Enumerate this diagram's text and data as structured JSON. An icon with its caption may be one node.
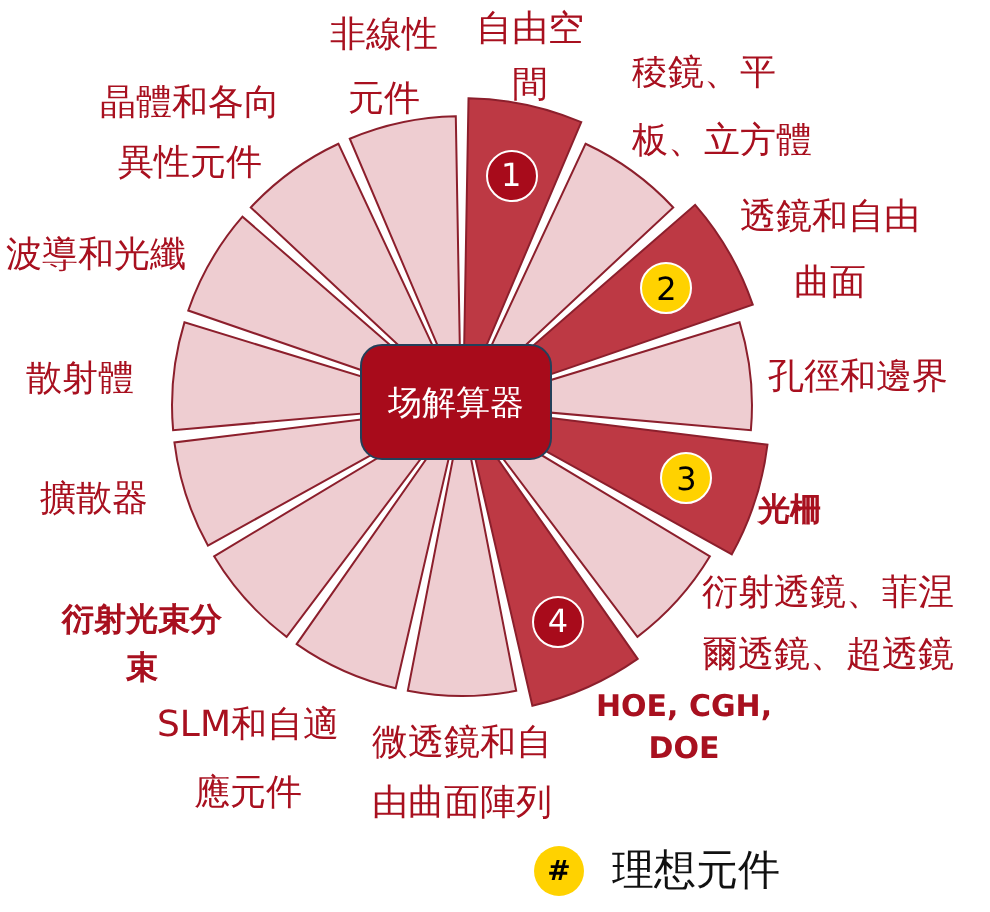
{
  "diagram": {
    "nodes": [
      {
        "text": [
          "场解算器"
        ]
      },
      {
        "text": [
          "自由空間"
        ]
      },
      {
        "text": [
          "稜鏡、平板、立方體"
        ]
      },
      {
        "text": [
          "透鏡和自由曲面"
        ]
      },
      {
        "text": [
          "孔徑和邊界"
        ]
      },
      {
        "text": [
          "光柵"
        ]
      },
      {
        "text": [
          "衍射透鏡、菲涅爾透鏡、超透鏡"
        ]
      },
      {
        "text": [
          "HOE, CGH, DOE"
        ]
      },
      {
        "text": [
          "微透鏡和自由曲面陣列"
        ]
      },
      {
        "text": [
          "SLM和自適應元件"
        ]
      },
      {
        "text": [
          "衍射光束分束"
        ]
      },
      {
        "text": [
          "擴散器"
        ]
      },
      {
        "text": [
          "散射體"
        ]
      },
      {
        "text": [
          "波導和光纖"
        ]
      },
      {
        "text": [
          "晶體和各向異性元件"
        ]
      },
      {
        "text": [
          "非線性元件"
        ]
      },
      {
        "text": [
          "1"
        ],
        "in": 1
      },
      {
        "text": [
          "2"
        ],
        "in": 3
      },
      {
        "text": [
          "3"
        ],
        "in": 5
      },
      {
        "text": [
          "4"
        ],
        "in": 7
      }
    ],
    "labels": [
      "#"
    ],
    "legend": [
      {
        "text": "理想元件",
        "color": "#ffd200"
      }
    ]
  }
}
